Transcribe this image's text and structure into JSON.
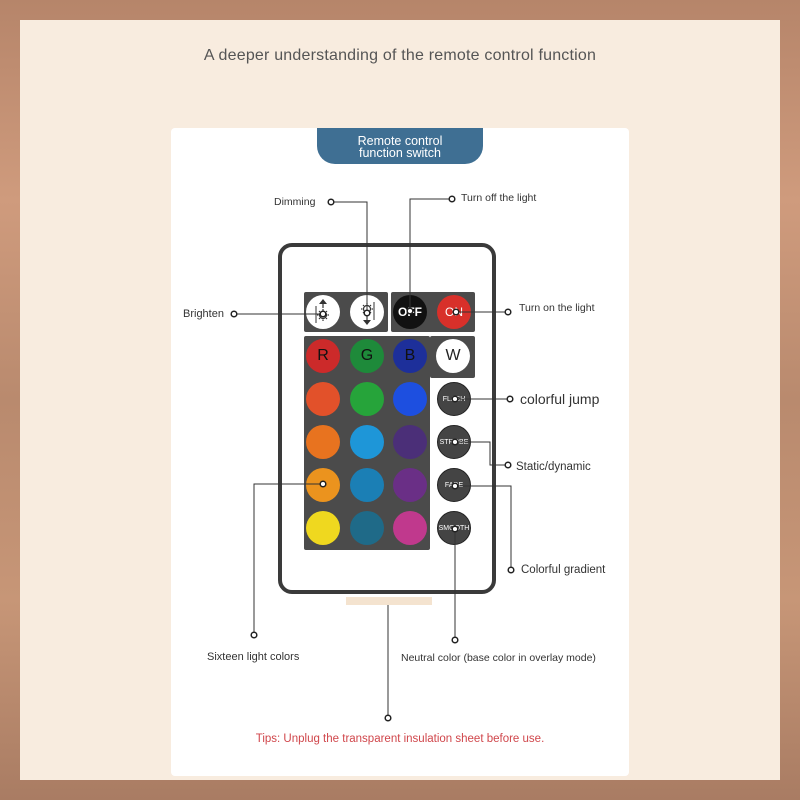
{
  "headline": "A deeper understanding of the remote control function",
  "pill": {
    "line1": "Remote control",
    "line2": "function switch"
  },
  "labels": {
    "dimming": "Dimming",
    "turn_off": "Turn off the light",
    "brighten": "Brighten",
    "turn_on": "Turn on the light",
    "colorful_jump": "colorful jump",
    "static_dynamic": "Static/dynamic",
    "colorful_gradient": "Colorful gradient",
    "sixteen_colors": "Sixteen light colors",
    "neutral_color": "Neutral color (base color in overlay mode)"
  },
  "buttons": {
    "off": "OFF",
    "on": "ON",
    "r": "R",
    "g": "G",
    "b": "B",
    "w": "W",
    "flash": "FLASH",
    "strobe": "STROBE",
    "fade": "FADE",
    "smooth": "SMOOTH"
  },
  "colors": {
    "row1": [
      "#e2512a",
      "#26a43a",
      "#1d4fe0"
    ],
    "row2": [
      "#e8731f",
      "#1e96d8",
      "#4b2f78"
    ],
    "row3": [
      "#eb931e",
      "#1b7fb5",
      "#6a2f86"
    ],
    "row4": [
      "#efd81f",
      "#1f6a88",
      "#c0398d"
    ],
    "r": "#cc2a2a",
    "g": "#1e8a3a",
    "b": "#1d2f9a"
  },
  "tips": "Tips: Unplug the transparent insulation sheet before use."
}
